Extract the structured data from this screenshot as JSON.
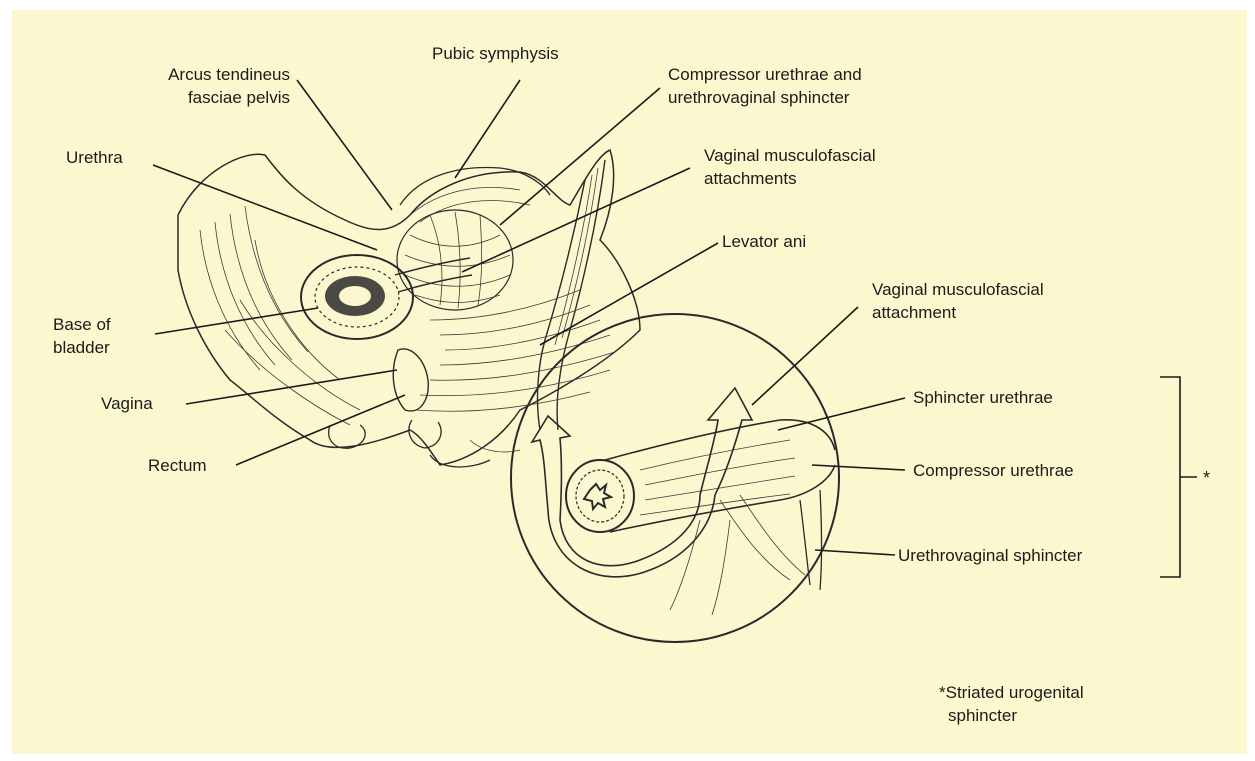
{
  "labels": {
    "pubic_symphysis": "Pubic symphysis",
    "arcus_line1": "Arcus tendineus",
    "arcus_line2": "fasciae pelvis",
    "compressor_line1": "Compressor urethrae and",
    "compressor_line2": "urethrovaginal sphincter",
    "urethra": "Urethra",
    "vaginal_attach_line1": "Vaginal musculofascial",
    "vaginal_attach_line2": "attachments",
    "levator_ani": "Levator ani",
    "base_bladder_line1": "Base of",
    "base_bladder_line2": "bladder",
    "vagina": "Vagina",
    "rectum": "Rectum",
    "inset_attach_line1": "Vaginal musculofascial",
    "inset_attach_line2": "attachment",
    "sphincter_urethrae": "Sphincter urethrae",
    "compressor_urethrae": "Compressor urethrae",
    "urethrovaginal_sphincter": "Urethrovaginal sphincter",
    "bracket_marker": "*",
    "footnote_line1": "*Striated urogenital",
    "footnote_line2": "sphincter"
  },
  "colors": {
    "background": "#fbf8cf",
    "ink": "#1a1a1a"
  }
}
